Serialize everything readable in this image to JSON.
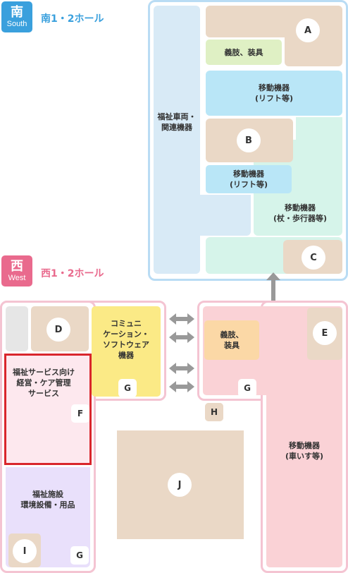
{
  "south": {
    "badge_kanji": "南",
    "badge_en": "South",
    "hall_label": "南1・2ホール",
    "color": "#3aa0dd",
    "zones": {
      "welfare_vehicles": "福祉車両・\n関連機器",
      "prosthetics": "義肢、装具",
      "mobility_lift_1": "移動機器\n(リフト等)",
      "mobility_lift_2": "移動機器\n(リフト等)",
      "mobility_cane": "移動機器\n(杖・歩行器等)"
    },
    "markers": {
      "a": "A",
      "b": "B",
      "c": "C"
    }
  },
  "west": {
    "badge_kanji": "西",
    "badge_en": "West",
    "hall_label": "西1・2ホール",
    "color": "#e96a8d",
    "zones": {
      "communication": "コミュニ\nケーション・\nソフトウェア\n機器",
      "prosthetics": "義肢、\n装具",
      "welfare_service": "福祉サービス向け\n経営・ケア管理\nサービス",
      "facility": "福祉施設\n環境設備・用品",
      "mobility_wheelchair": "移動機器\n(車いす等)"
    },
    "markers": {
      "d": "D",
      "e": "E",
      "f": "F",
      "g1": "G",
      "g2": "G",
      "g3": "G",
      "h": "H",
      "i": "I",
      "j": "J"
    }
  },
  "highlight_color": "#d9262c"
}
